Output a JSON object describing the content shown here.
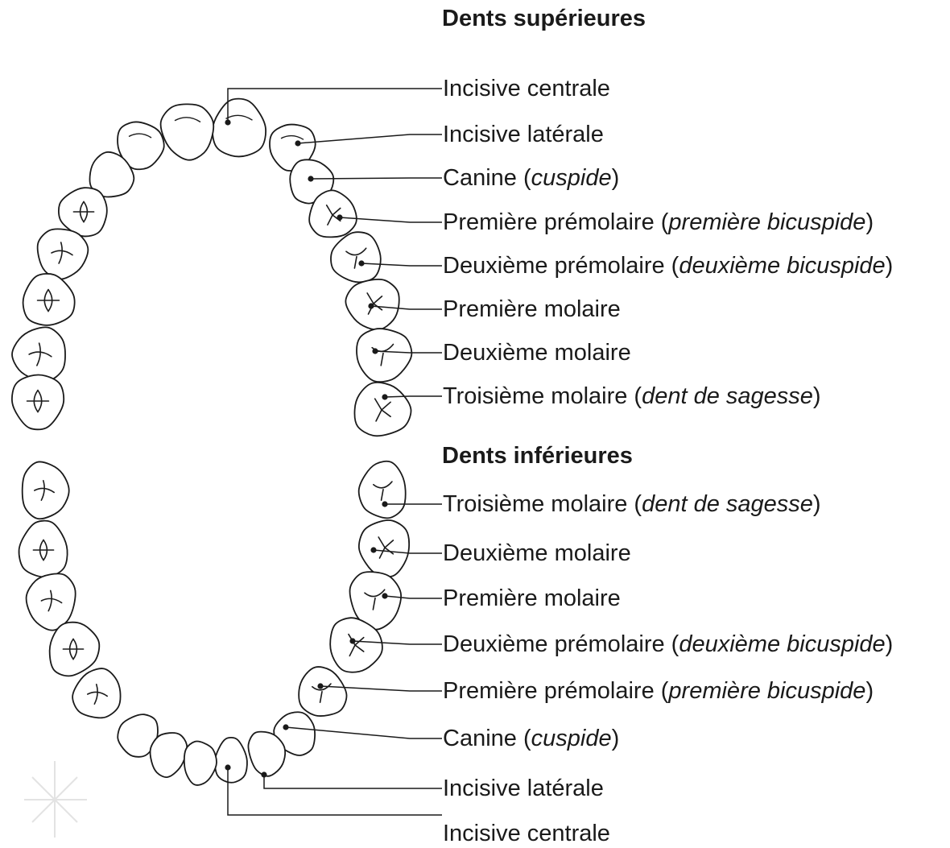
{
  "upper": {
    "title": "Dents supérieures",
    "labels": [
      {
        "name": "Incisive centrale",
        "paren": ""
      },
      {
        "name": "Incisive latérale",
        "paren": ""
      },
      {
        "name": "Canine",
        "paren": "cuspide"
      },
      {
        "name": "Première prémolaire",
        "paren": "première bicuspide"
      },
      {
        "name": "Deuxième prémolaire",
        "paren": "deuxième bicuspide"
      },
      {
        "name": "Première molaire",
        "paren": ""
      },
      {
        "name": "Deuxième molaire",
        "paren": ""
      },
      {
        "name": "Troisième molaire",
        "paren": "dent de sagesse"
      }
    ]
  },
  "lower": {
    "title": "Dents inférieures",
    "labels": [
      {
        "name": "Troisième molaire",
        "paren": "dent de sagesse"
      },
      {
        "name": "Deuxième molaire",
        "paren": ""
      },
      {
        "name": "Première molaire",
        "paren": ""
      },
      {
        "name": "Deuxième prémolaire",
        "paren": "deuxième bicuspide"
      },
      {
        "name": "Première prémolaire",
        "paren": "première bicuspide"
      },
      {
        "name": "Canine",
        "paren": "cuspide"
      },
      {
        "name": "Incisive latérale",
        "paren": ""
      },
      {
        "name": "Incisive centrale",
        "paren": ""
      }
    ]
  },
  "colors": {
    "ink": "#1a1a1a",
    "tooth_fill": "#ffffff",
    "sparkle": "#e3e3e3"
  }
}
